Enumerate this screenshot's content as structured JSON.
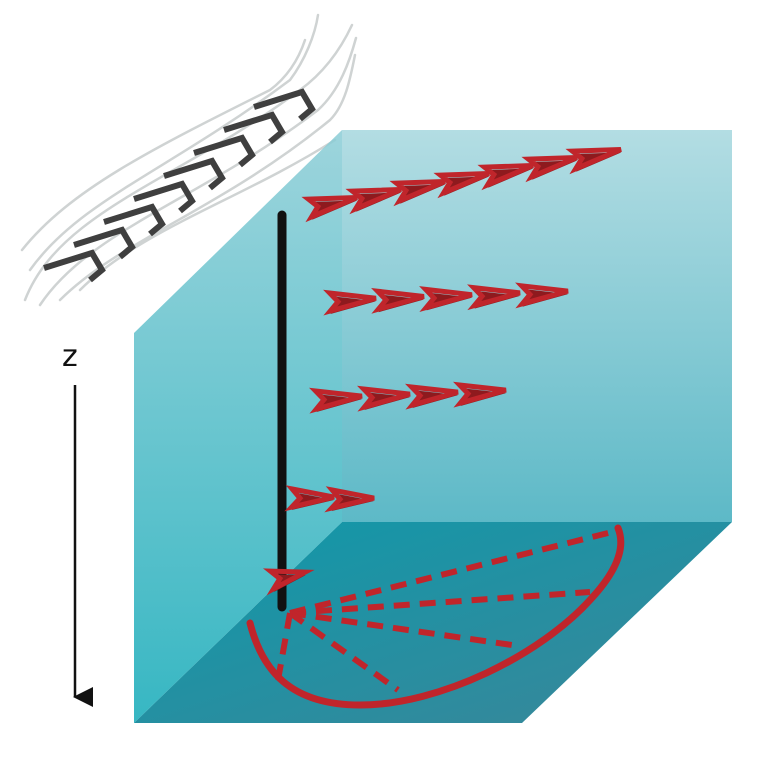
{
  "axis": {
    "label": "z"
  },
  "colors": {
    "wind_arrows": "#3f3f3f",
    "current_arrows": "#c0252b",
    "current_arrows_dark": "#8e1a1e",
    "water_front_top": "#8ccdd6",
    "water_front_bottom": "#13aab8",
    "water_back": "#a9d6de",
    "water_bottom_face": "#2b8fa0",
    "mooring_line": "#111111",
    "wind_streaks": "#cfd3d3"
  },
  "layers": [
    {
      "arrows": 7
    },
    {
      "arrows": 5
    },
    {
      "arrows": 4
    },
    {
      "arrows": 2
    },
    {
      "arrows": 1
    }
  ]
}
